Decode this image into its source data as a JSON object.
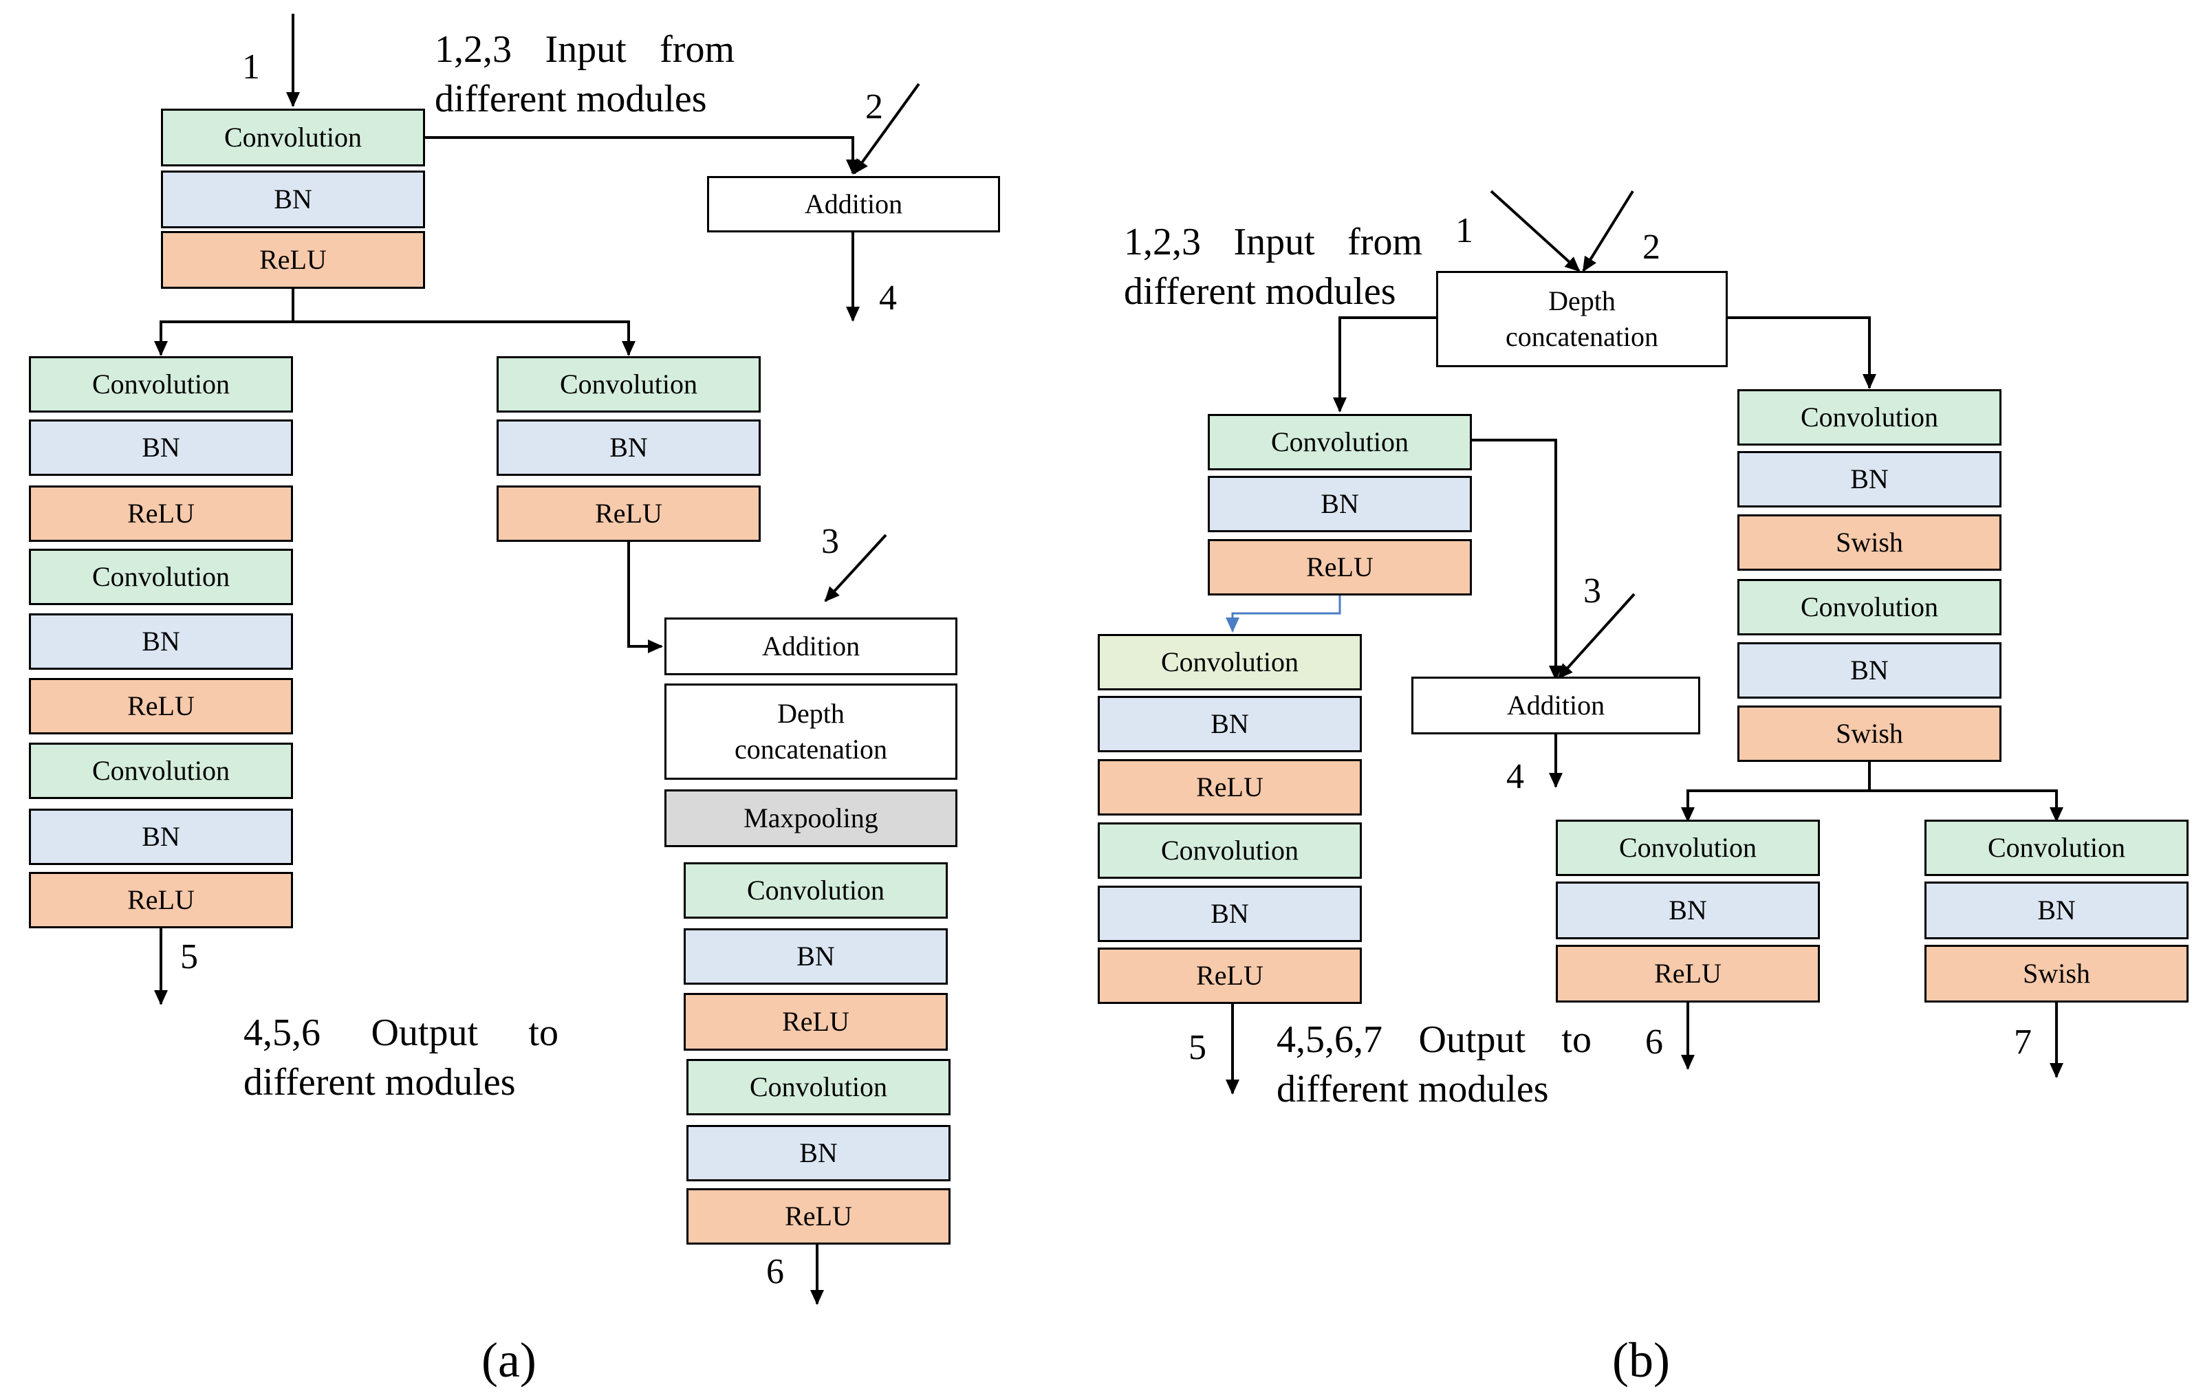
{
  "labels": {
    "convolution": "Convolution",
    "bn": "BN",
    "relu": "ReLU",
    "swish": "Swish",
    "addition": "Addition",
    "depth_concat_line1": "Depth",
    "depth_concat_line2": "concatenation",
    "maxpooling": "Maxpooling"
  },
  "panel_a": {
    "caption": "(a)",
    "input_note_line1": "1,2,3 Input from",
    "input_note_line2": "different modules",
    "output_note_line1": "4,5,6 Output to",
    "output_note_line2": "different modules",
    "inputs": [
      "1",
      "2",
      "3"
    ],
    "outputs": [
      "4",
      "5",
      "6"
    ]
  },
  "panel_b": {
    "caption": "(b)",
    "input_note_line1": "1,2,3 Input from",
    "input_note_line2": "different modules",
    "output_note_line1": "4,5,6,7 Output to",
    "output_note_line2": "different modules",
    "inputs": [
      "1",
      "2",
      "3"
    ],
    "outputs": [
      "4",
      "5",
      "6",
      "7"
    ]
  },
  "colors": {
    "convolution": "#d4eddc",
    "bn": "#dce6f2",
    "activation": "#f7caab",
    "maxpooling": "#d9d9d9",
    "addition": "#ffffff",
    "highlight_arrow": "#4a7ec4"
  }
}
